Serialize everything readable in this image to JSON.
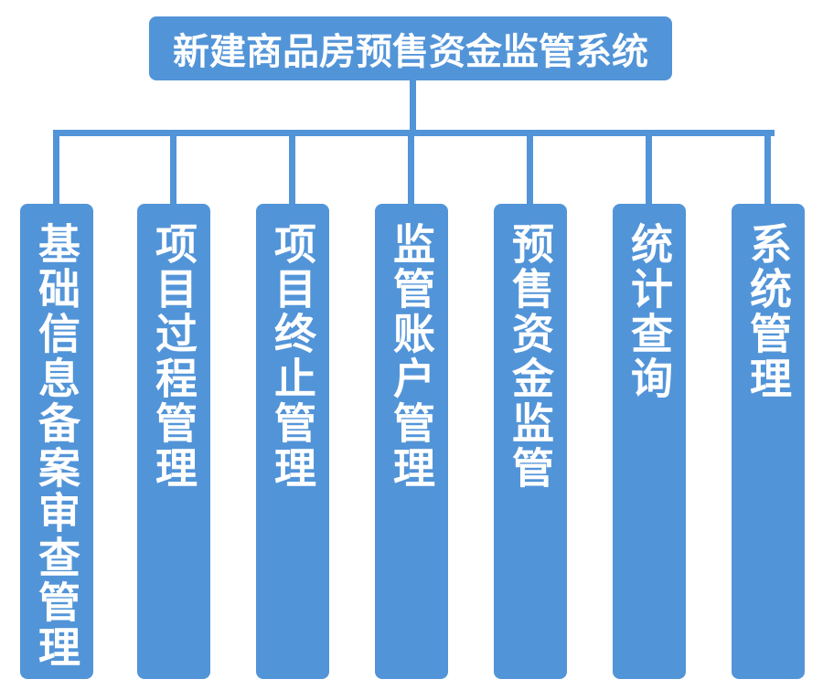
{
  "diagram": {
    "type": "org-chart",
    "root_label": "新建商品房预售资金监管系统",
    "branches": [
      {
        "label": "基础信息备案审查管理"
      },
      {
        "label": "项目过程管理"
      },
      {
        "label": "项目终止管理"
      },
      {
        "label": "监管账户管理"
      },
      {
        "label": "预售资金监管"
      },
      {
        "label": "统计查询"
      },
      {
        "label": "系统管理"
      }
    ],
    "accent_color": "#5294d8",
    "text_color": "#ffffff",
    "background_color": "#ffffff"
  }
}
